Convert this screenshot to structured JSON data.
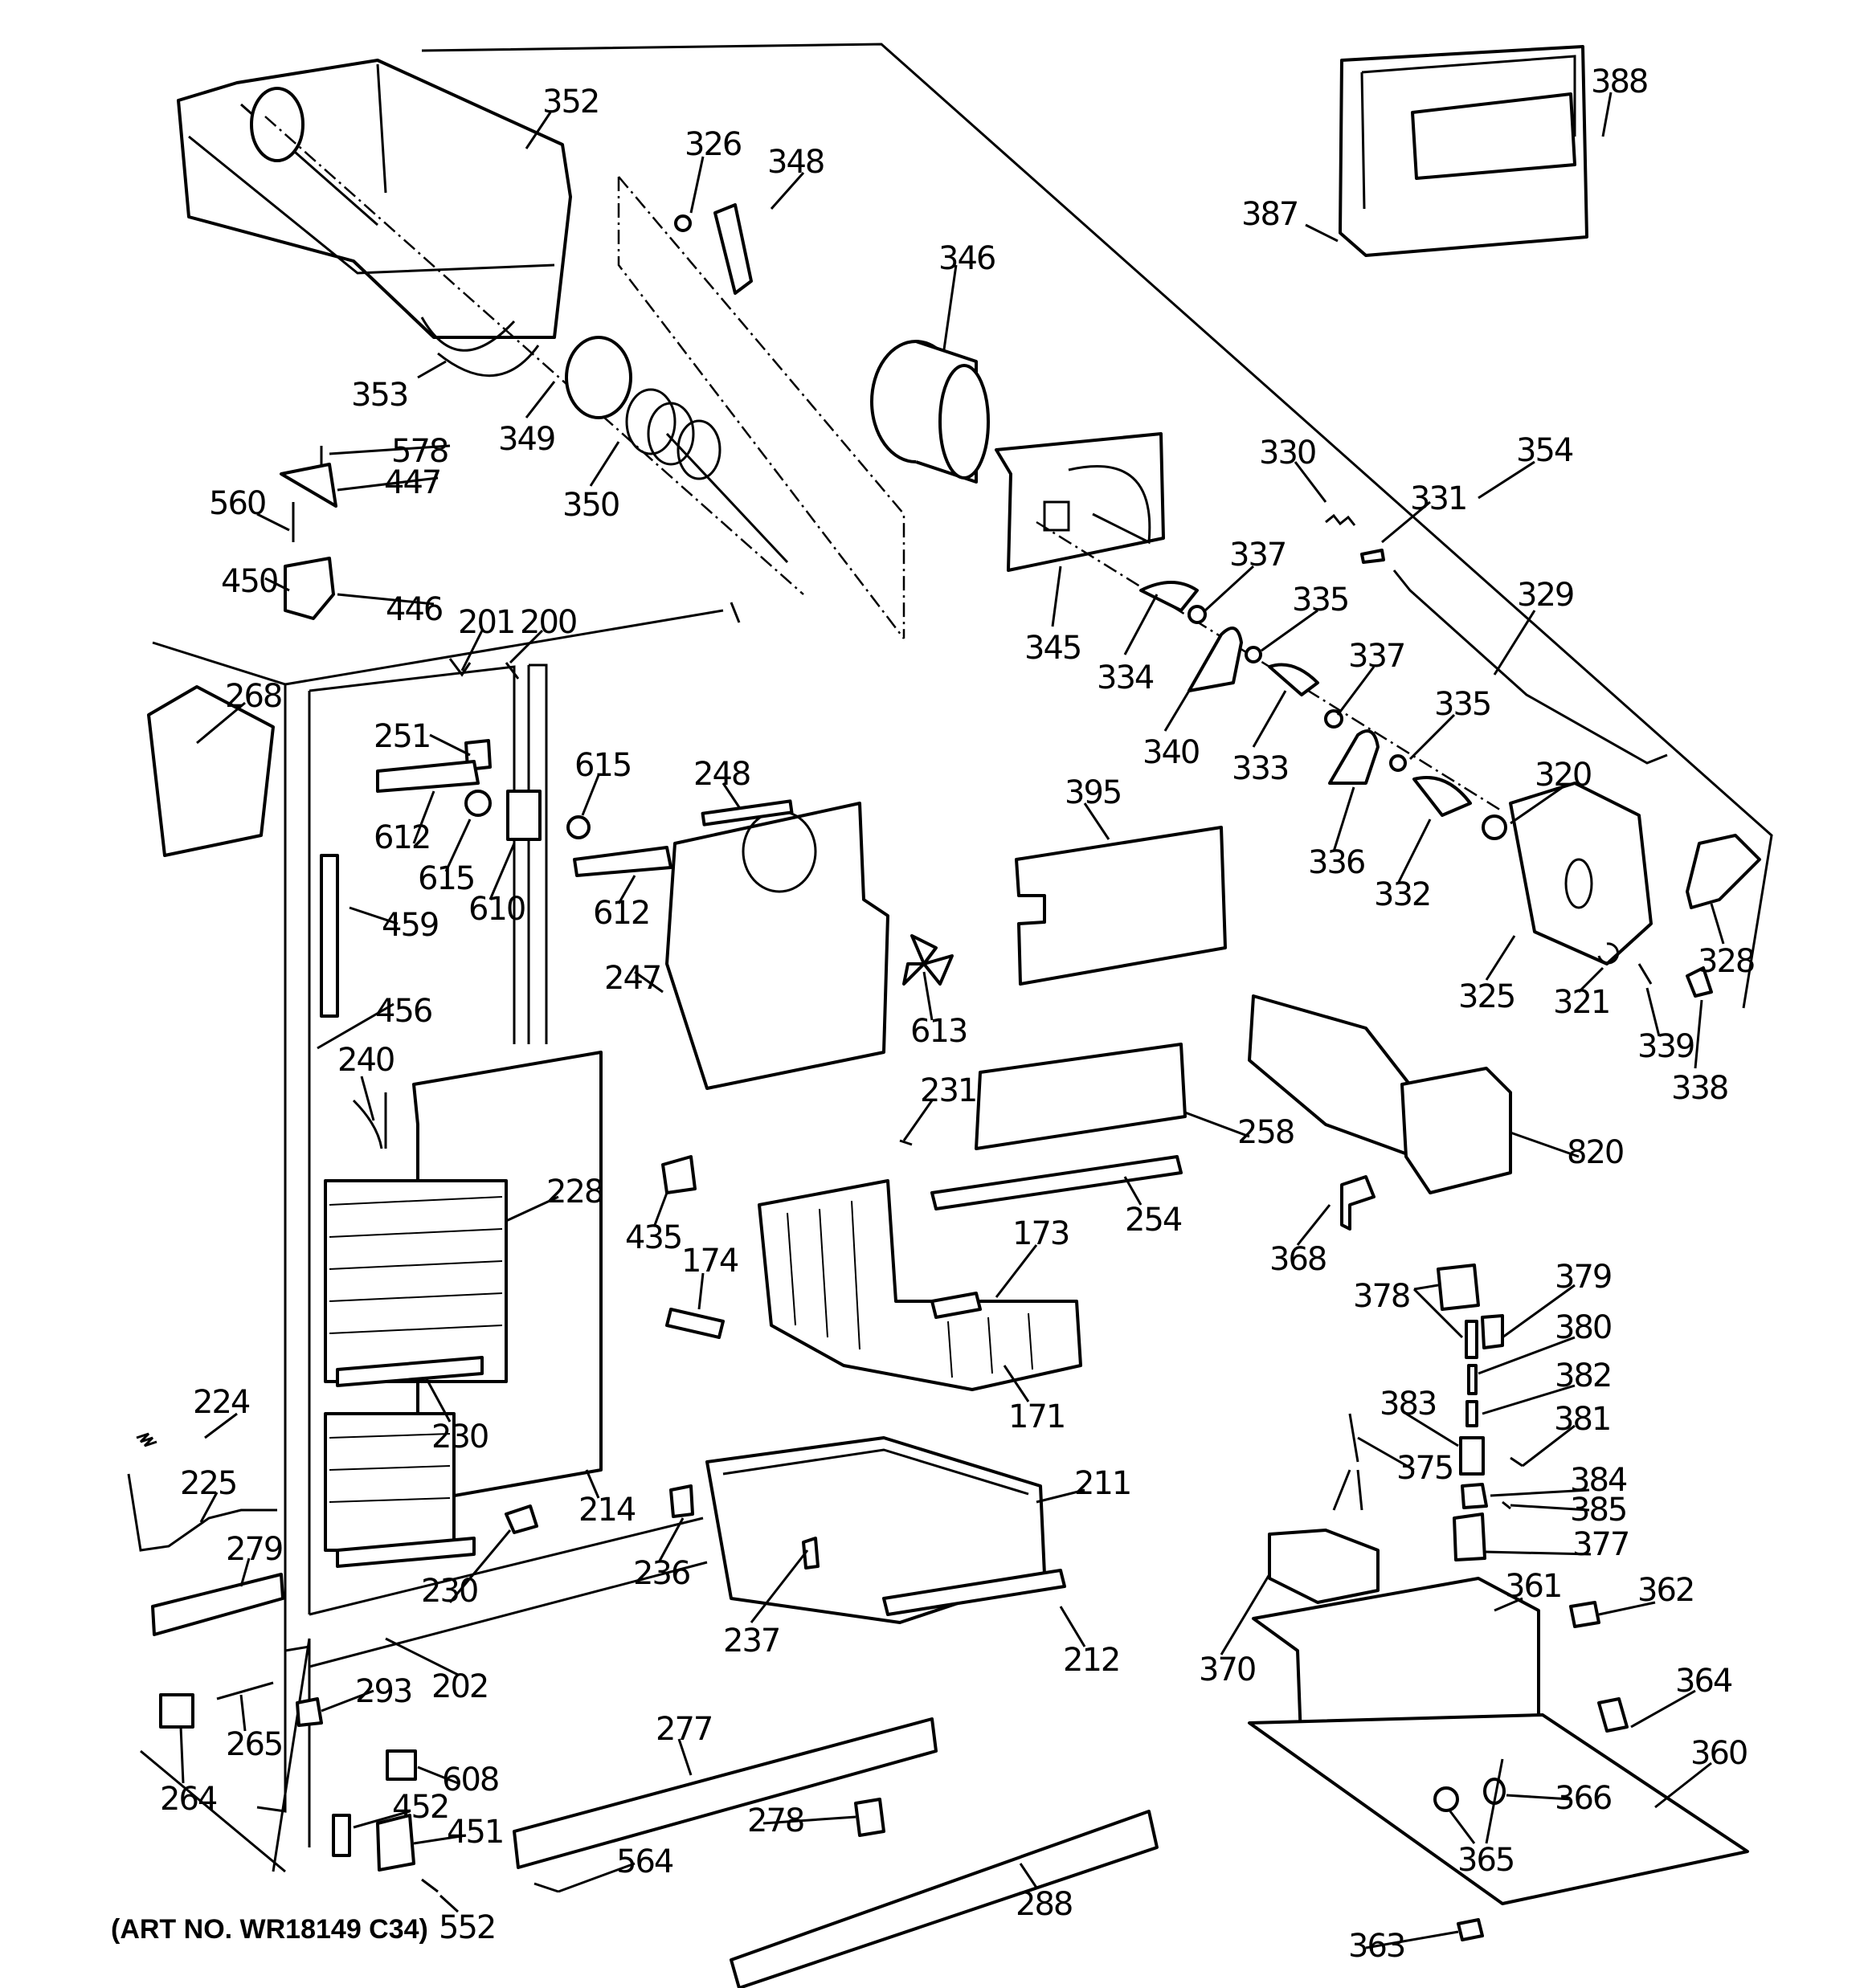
{
  "diagram": {
    "title": "Refrigerator freezer section & ice dispenser exploded parts view",
    "art_number": "(ART NO. WR18149 C34)",
    "parts": [
      {
        "id": "p352",
        "label": "352",
        "name": "ice-bucket"
      },
      {
        "id": "p326",
        "label": "326",
        "name": "retainer-clip"
      },
      {
        "id": "p348",
        "label": "348",
        "name": "auger-blade"
      },
      {
        "id": "p346",
        "label": "346",
        "name": "crusher-housing"
      },
      {
        "id": "p388",
        "label": "388",
        "name": "dispenser-door"
      },
      {
        "id": "p387",
        "label": "387",
        "name": "dispenser-recess"
      },
      {
        "id": "p353",
        "label": "353",
        "name": "bucket-bail"
      },
      {
        "id": "p349",
        "label": "349",
        "name": "auger-bearing"
      },
      {
        "id": "p350",
        "label": "350",
        "name": "auger-spiral"
      },
      {
        "id": "p578",
        "label": "578",
        "name": "screw-578"
      },
      {
        "id": "p447",
        "label": "447",
        "name": "hinge-cover"
      },
      {
        "id": "p560",
        "label": "560",
        "name": "screw-560"
      },
      {
        "id": "p450",
        "label": "450",
        "name": "hinge-pin"
      },
      {
        "id": "p446",
        "label": "446",
        "name": "top-hinge"
      },
      {
        "id": "p330",
        "label": "330",
        "name": "spring-330"
      },
      {
        "id": "p354",
        "label": "354",
        "name": "ice-crusher-assembly"
      },
      {
        "id": "p331",
        "label": "331",
        "name": "solenoid-link"
      },
      {
        "id": "p337a",
        "label": "337",
        "name": "spacer-337"
      },
      {
        "id": "p345",
        "label": "345",
        "name": "crusher-plate"
      },
      {
        "id": "p335a",
        "label": "335",
        "name": "washer-335"
      },
      {
        "id": "p329",
        "label": "329",
        "name": "actuator-rod"
      },
      {
        "id": "p334",
        "label": "334",
        "name": "blade-334"
      },
      {
        "id": "p337b",
        "label": "337",
        "name": "spacer-337"
      },
      {
        "id": "p201",
        "label": "201",
        "name": "breaker-strip-201"
      },
      {
        "id": "p200",
        "label": "200",
        "name": "mullion-200"
      },
      {
        "id": "p340",
        "label": "340",
        "name": "blade-340"
      },
      {
        "id": "p333",
        "label": "333",
        "name": "blade-333"
      },
      {
        "id": "p335b",
        "label": "335",
        "name": "washer-335"
      },
      {
        "id": "p268",
        "label": "268",
        "name": "light-socket"
      },
      {
        "id": "p251",
        "label": "251",
        "name": "light-switch"
      },
      {
        "id": "p615a",
        "label": "615",
        "name": "grommet-615"
      },
      {
        "id": "p248",
        "label": "248",
        "name": "air-duct-seal"
      },
      {
        "id": "p395",
        "label": "395",
        "name": "shield-395"
      },
      {
        "id": "p612a",
        "label": "612",
        "name": "motor-bracket"
      },
      {
        "id": "p615b",
        "label": "615",
        "name": "grommet-615"
      },
      {
        "id": "p610",
        "label": "610",
        "name": "fan-motor"
      },
      {
        "id": "p612b",
        "label": "612",
        "name": "motor-bracket"
      },
      {
        "id": "p320",
        "label": "320",
        "name": "bushing-320"
      },
      {
        "id": "p336",
        "label": "336",
        "name": "blade-336"
      },
      {
        "id": "p332",
        "label": "332",
        "name": "blade-332"
      },
      {
        "id": "p459",
        "label": "459",
        "name": "channel-459"
      },
      {
        "id": "p247",
        "label": "247",
        "name": "air-duct-housing"
      },
      {
        "id": "p613",
        "label": "613",
        "name": "fan-blade"
      },
      {
        "id": "p328",
        "label": "328",
        "name": "ice-chute"
      },
      {
        "id": "p325",
        "label": "325",
        "name": "auger-motor-housing"
      },
      {
        "id": "p321",
        "label": "321",
        "name": "e-ring"
      },
      {
        "id": "p339",
        "label": "339",
        "name": "pin-339"
      },
      {
        "id": "p338",
        "label": "338",
        "name": "chute-door-338"
      },
      {
        "id": "p456",
        "label": "456",
        "name": "liner-456"
      },
      {
        "id": "p240",
        "label": "240",
        "name": "thermostat-240"
      },
      {
        "id": "p231",
        "label": "231",
        "name": "screw-231"
      },
      {
        "id": "p258",
        "label": "258",
        "name": "cover-258"
      },
      {
        "id": "p820",
        "label": "820",
        "name": "icemaker"
      },
      {
        "id": "p228",
        "label": "228",
        "name": "evaporator"
      },
      {
        "id": "p435",
        "label": "435",
        "name": "clip-435"
      },
      {
        "id": "p254",
        "label": "254",
        "name": "shelf-trim-254"
      },
      {
        "id": "p173",
        "label": "173",
        "name": "basket-stop-173"
      },
      {
        "id": "p368",
        "label": "368",
        "name": "bracket-368"
      },
      {
        "id": "p174",
        "label": "174",
        "name": "basket-stop-174"
      },
      {
        "id": "p378",
        "label": "378",
        "name": "solenoid-378"
      },
      {
        "id": "p379",
        "label": "379",
        "name": "cover-379"
      },
      {
        "id": "p380",
        "label": "380",
        "name": "plunger-380"
      },
      {
        "id": "p382",
        "label": "382",
        "name": "spring-382"
      },
      {
        "id": "p383",
        "label": "383",
        "name": "sleeve-383"
      },
      {
        "id": "p381",
        "label": "381",
        "name": "pin-381"
      },
      {
        "id": "p224",
        "label": "224",
        "name": "spring-224"
      },
      {
        "id": "p171",
        "label": "171",
        "name": "wire-basket"
      },
      {
        "id": "p230a",
        "label": "230",
        "name": "defrost-heater-bracket"
      },
      {
        "id": "p375",
        "label": "375",
        "name": "harness-375"
      },
      {
        "id": "p211",
        "label": "211",
        "name": "bin-211"
      },
      {
        "id": "p225",
        "label": "225",
        "name": "drain-tube"
      },
      {
        "id": "p384",
        "label": "384",
        "name": "cap-384"
      },
      {
        "id": "p385",
        "label": "385",
        "name": "pin-385"
      },
      {
        "id": "p214",
        "label": "214",
        "name": "evaporator-cover"
      },
      {
        "id": "p279",
        "label": "279",
        "name": "rail-279"
      },
      {
        "id": "p236",
        "label": "236",
        "name": "bin-support-236"
      },
      {
        "id": "p377",
        "label": "377",
        "name": "bracket-377"
      },
      {
        "id": "p361",
        "label": "361",
        "name": "motor-mount"
      },
      {
        "id": "p362",
        "label": "362",
        "name": "clip-362"
      },
      {
        "id": "p230b",
        "label": "230",
        "name": "defrost-heater-bracket"
      },
      {
        "id": "p237",
        "label": "237",
        "name": "bin-latch-237"
      },
      {
        "id": "p212",
        "label": "212",
        "name": "bin-trim-212"
      },
      {
        "id": "p370",
        "label": "370",
        "name": "auger-motor"
      },
      {
        "id": "p202",
        "label": "202",
        "name": "bottom-trim-202"
      },
      {
        "id": "p293",
        "label": "293",
        "name": "cam-293"
      },
      {
        "id": "p364",
        "label": "364",
        "name": "bearing-364"
      },
      {
        "id": "p277",
        "label": "277",
        "name": "bottom-rail"
      },
      {
        "id": "p360",
        "label": "360",
        "name": "motor-mount-plate"
      },
      {
        "id": "p265",
        "label": "265",
        "name": "roller-axle"
      },
      {
        "id": "p608",
        "label": "608",
        "name": "switch-608"
      },
      {
        "id": "p452",
        "label": "452",
        "name": "shim-452"
      },
      {
        "id": "p264",
        "label": "264",
        "name": "roller"
      },
      {
        "id": "p451",
        "label": "451",
        "name": "bottom-hinge"
      },
      {
        "id": "p278",
        "label": "278",
        "name": "leveler-278"
      },
      {
        "id": "p366",
        "label": "366",
        "name": "clip-366"
      },
      {
        "id": "p365",
        "label": "365",
        "name": "grommet-365"
      },
      {
        "id": "p564",
        "label": "564",
        "name": "screw-564"
      },
      {
        "id": "p288",
        "label": "288",
        "name": "toe-grille"
      },
      {
        "id": "p552",
        "label": "552",
        "name": "screw-552"
      },
      {
        "id": "p363",
        "label": "363",
        "name": "bumper-363"
      }
    ]
  }
}
